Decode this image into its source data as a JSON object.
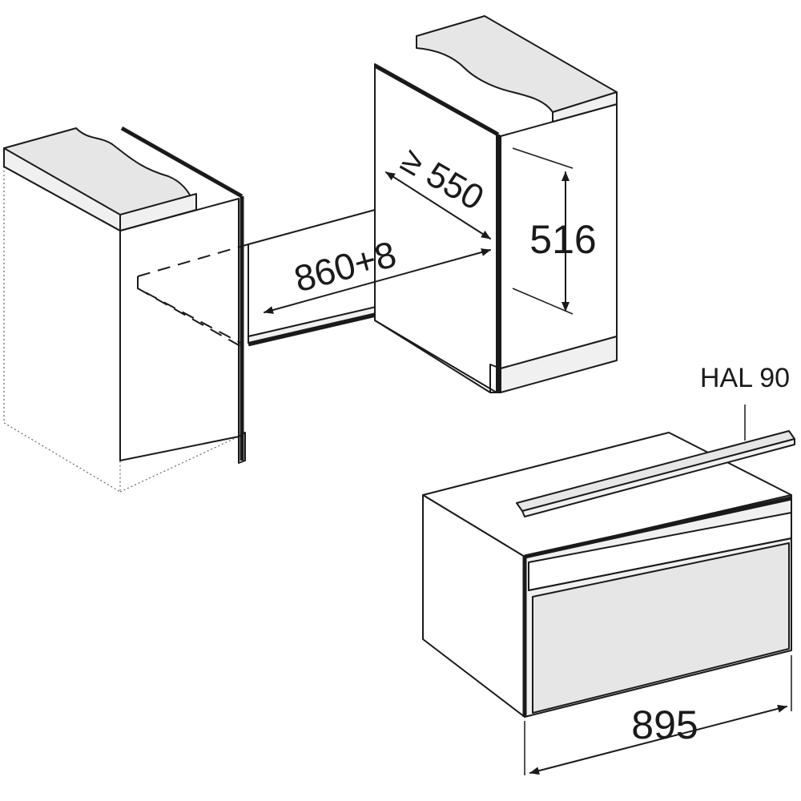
{
  "labels": {
    "depth": "≥ 550",
    "niche_width": "860+8",
    "niche_height": "516",
    "appliance_width": "895",
    "handle": "HAL 90"
  },
  "colors": {
    "line": "#1a1a1a",
    "fill_grey": "#e6e6e6",
    "fill_light": "#f0f0f0",
    "background": "#ffffff"
  }
}
